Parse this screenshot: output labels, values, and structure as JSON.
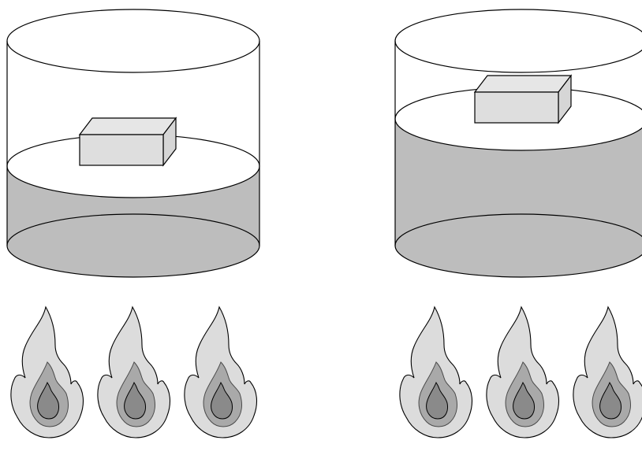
{
  "colors": {
    "background": "#ffffff",
    "liquid": "#bdbdbd",
    "surface_left": "#ffffff",
    "surface_right": "#ffffff",
    "block_front": "#dedede",
    "block_top": "#e6e6e6",
    "block_side": "#d0d0d0",
    "flame_outer": "#dcdcdc",
    "flame_mid": "#a9a9a9",
    "flame_inner": "#8a8a8a"
  },
  "scenes": [
    {
      "name": "left",
      "liquid_level": "low",
      "flames": 3
    },
    {
      "name": "right",
      "liquid_level": "high",
      "flames": 3
    }
  ]
}
